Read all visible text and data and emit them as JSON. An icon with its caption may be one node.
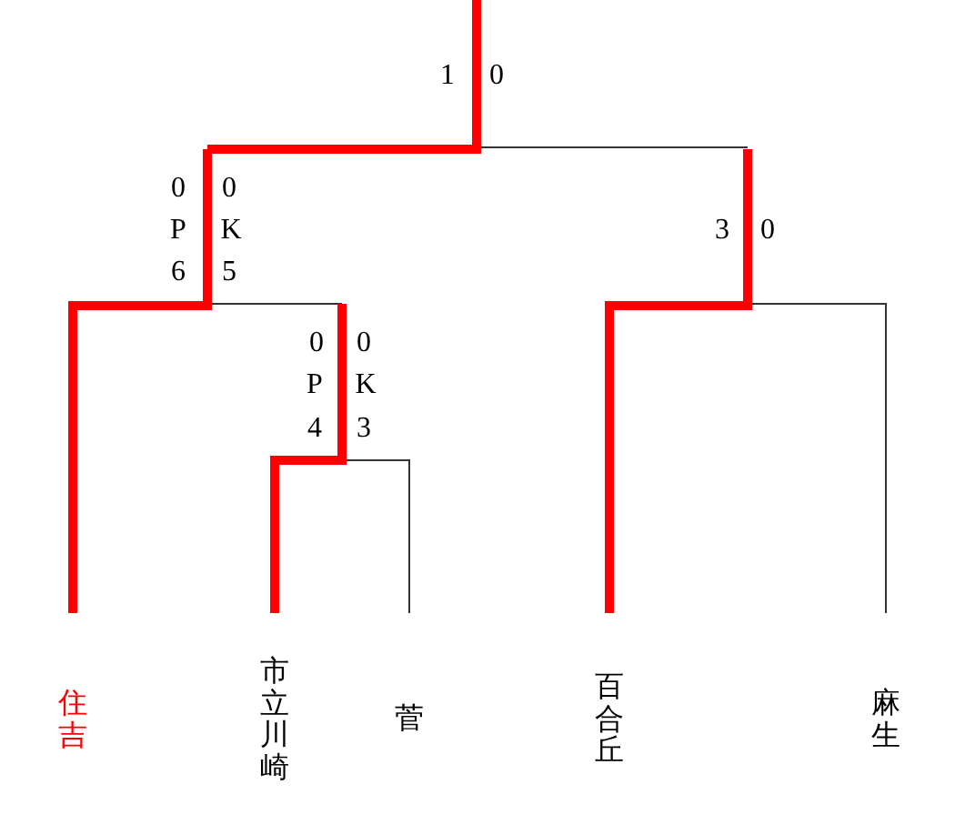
{
  "diagram": {
    "nodes": [
      {
        "text": [
          "住吉"
        ]
      },
      {
        "text": [
          "市立川崎"
        ]
      },
      {
        "text": [
          "菅"
        ]
      },
      {
        "text": [
          "百合丘"
        ]
      },
      {
        "text": [
          "麻生"
        ]
      }
    ],
    "labels": [
      "1",
      "0",
      "0",
      "0",
      "P",
      "K",
      "3",
      "0",
      "6",
      "5",
      "0",
      "0",
      "P",
      "K",
      "4",
      "3"
    ]
  }
}
